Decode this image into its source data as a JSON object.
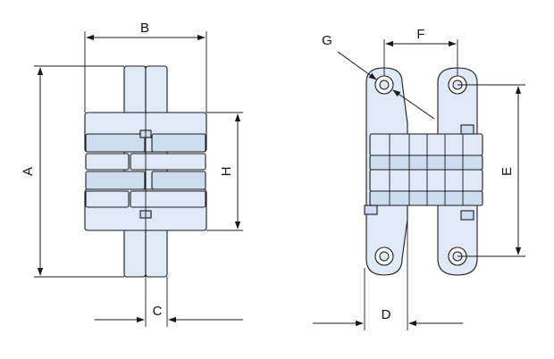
{
  "diagram": {
    "labels": {
      "A": "A",
      "B": "B",
      "C": "C",
      "D": "D",
      "E": "E",
      "F": "F",
      "G": "G",
      "H": "H"
    }
  }
}
